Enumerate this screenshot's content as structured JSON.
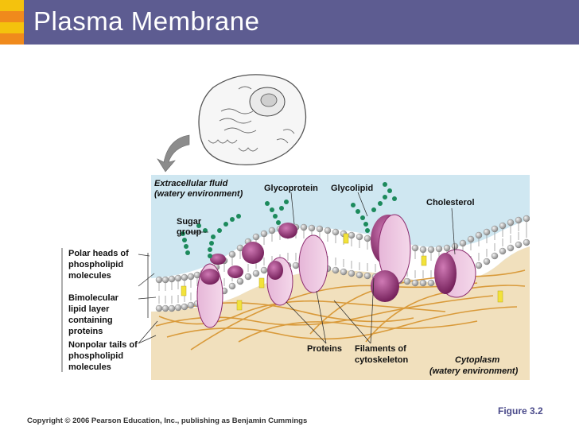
{
  "slide": {
    "title": "Plasma Membrane",
    "figure_number": "Figure 3.2",
    "copyright": "Copyright © 2006 Pearson Education, Inc., publishing as Benjamin Cummings"
  },
  "diagram": {
    "extracellular": [
      "Extracellular fluid",
      "(watery environment)"
    ],
    "glycoprotein": "Glycoprotein",
    "glycolipid": "Glycolipid",
    "cholesterol": "Cholesterol",
    "sugar_group": [
      "Sugar",
      "group"
    ],
    "polar_heads": [
      "Polar heads of",
      "phospholipid",
      "molecules"
    ],
    "bimolecular": [
      "Bimolecular",
      "lipid layer",
      "containing",
      "proteins"
    ],
    "nonpolar_tails": [
      "Nonpolar tails of",
      "phospholipid",
      "molecules"
    ],
    "proteins": "Proteins",
    "filaments": [
      "Filaments of",
      "cytoskeleton"
    ],
    "cytoplasm": [
      "Cytoplasm",
      "(watery environment)"
    ]
  },
  "colors": {
    "title_bar": "#5d5c91",
    "extracellular_fluid": "#cfe7f1",
    "cytoplasm": "#f1e0bd",
    "protein": "#a7357e",
    "lipid_head": "#b9b9b9",
    "filament": "#d99a3a"
  }
}
